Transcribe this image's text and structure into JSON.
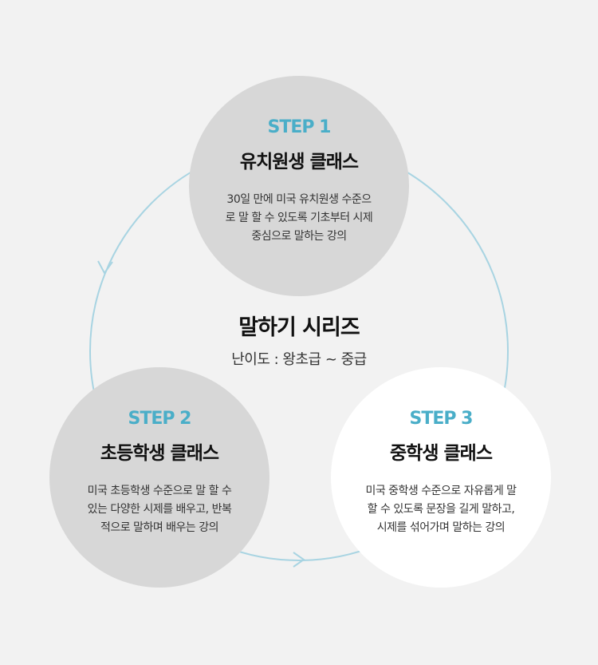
{
  "series_title": "말하기 시리즈",
  "difficulty": "난이도 : 왕초급 ~ 중급",
  "steps": [
    {
      "step": "STEP 1",
      "title": "유치원생 클래스",
      "desc": "30일 만에 미국 유치원생 수준으로 말 할 수 있도록 기초부터 시제중심으로 말하는 강의"
    },
    {
      "step": "STEP 2",
      "title": "초등학생 클래스",
      "desc": "미국 초등학생 수준으로 말 할 수 있는 다양한 시제를 배우고, 반복적으로 말하며 배우는 강의"
    },
    {
      "step": "STEP 3",
      "title": "중학생 클래스",
      "desc": "미국 중학생 수준으로 자유롭게 말할 수 있도록 문장을 길게 말하고, 시제를 섞어가며 말하는 강의"
    }
  ],
  "colors": {
    "accent": "#4aaec8",
    "ring": "#a8d4e2",
    "background": "#f2f2f2"
  }
}
